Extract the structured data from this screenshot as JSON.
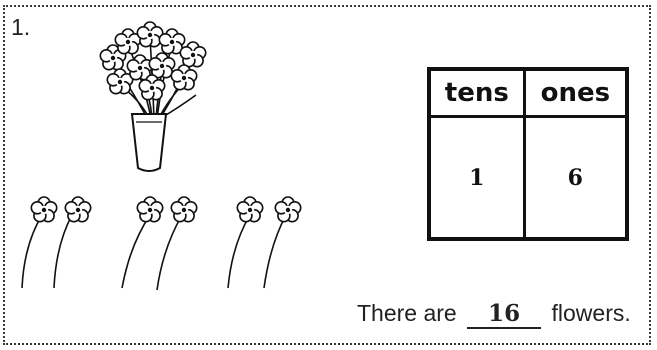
{
  "problem": {
    "number": "1.",
    "sentence_before": "There are",
    "answer": "16",
    "sentence_after": "flowers."
  },
  "place_value_table": {
    "headers": [
      "tens",
      "ones"
    ],
    "values": [
      "1",
      "6"
    ]
  },
  "picture": {
    "vase_flowers": 10,
    "loose_flowers": 6,
    "total_flowers": 16
  }
}
